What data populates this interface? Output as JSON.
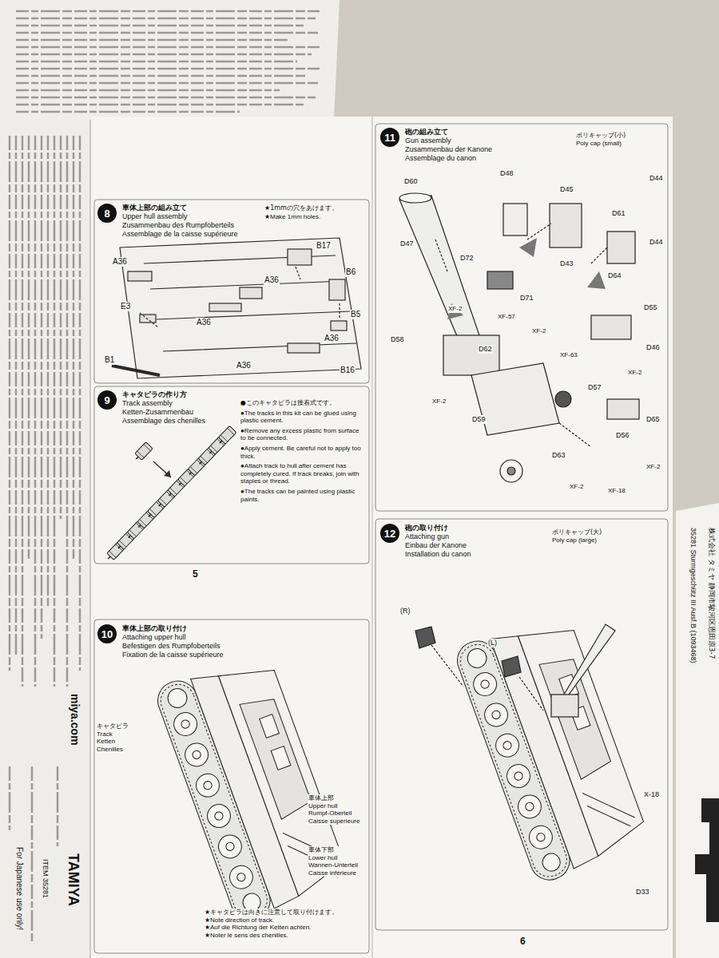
{
  "diagram": {
    "nodes": [
      {
        "text": [
          "8",
          "車体上部の組み立て",
          "Upper hull assembly",
          "Zusammenbau des Rumpfoberteils",
          "Assemblage de la caisse supérieure"
        ]
      },
      {
        "text": [
          "9",
          "キャタピラの作り方",
          "Track assembly",
          "Ketten-Zusammenbau",
          "Assemblage des chenilles"
        ]
      },
      {
        "text": [
          "10",
          "車体上部の取り付け",
          "Attaching upper hull",
          "Befestigen des Rumpfoberteils",
          "Fixation de la caisse supérieure"
        ]
      },
      {
        "text": [
          "11",
          "砲の組み立て",
          "Gun assembly",
          "Zusammenbau der Kanone",
          "Assemblage du canon"
        ]
      },
      {
        "text": [
          "12",
          "砲の取り付け",
          "Attaching gun",
          "Einbau der Kanone",
          "Installation du canon"
        ]
      }
    ],
    "labels": [
      "For Japanese use only!",
      "TAMIYA",
      "ITEM 35281",
      "miya.com",
      "★1mmの穴をあけます。",
      "★Make 1mm holes.",
      "A36",
      "A36",
      "A36",
      "A36",
      "A36",
      "B17",
      "B6",
      "B5",
      "B16",
      "B1",
      "E3",
      "●このキャタピラは接着式です。",
      "●The tracks in this kit can be glued using plastic cement.",
      "●Remove any excess plastic from surface to be connected.",
      "●Apply cement. Be careful not to apply too thick.",
      "●Attach track to hull after cement has completely cured. If track breaks, join with staples or thread.",
      "●The tracks can be painted using plastic paints.",
      "5",
      "キャタピラ",
      "Track",
      "Ketten",
      "Chenilles",
      "車体上部",
      "Upper hull",
      "Rumpf-Oberteil",
      "Caisse supérieure",
      "車体下部",
      "Lower hull",
      "Wannen-Unterteil",
      "Caisse inférieure",
      "★キャタピラは向きに注意して取り付けます。",
      "★Note direction of track.",
      "★Auf die Richtung der Ketten achten.",
      "★Noter le sens des chenilles.",
      "ポリキャップ(小)",
      "Poly cap (small)",
      "D60",
      "D48",
      "D47",
      "D72",
      "D45",
      "D61",
      "D44",
      "D44",
      "D43",
      "D64",
      "D55",
      "D46",
      "D71",
      "D58",
      "D62",
      "D59",
      "D63",
      "D57",
      "D56",
      "D65",
      "XF-2",
      "XF-2",
      "XF-2",
      "XF-2",
      "XF-2",
      "XF-2",
      "XF-57",
      "XF-63",
      "XF-18",
      "ポリキャップ(大)",
      "Poly cap (large)",
      "(R)",
      "(L)",
      "D33",
      "X-18",
      "6",
      "35281 Sturmgeschütz III Ausf.B (1093468)",
      "株式会社 タミヤ 静岡市駿河区恩田原3-7"
    ]
  }
}
